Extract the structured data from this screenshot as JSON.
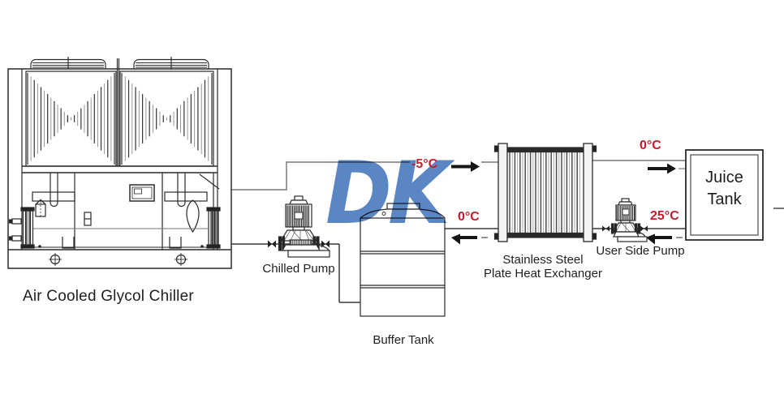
{
  "watermark": {
    "text": "DK",
    "color": "#5b86c4"
  },
  "colors": {
    "temperature_label": "#c01e2e",
    "watermark_blue": "#5b86c4",
    "line_art": "#2a2a2a",
    "pipe_gray": "#8a8a8a",
    "pipe_dark": "#3a3a3a"
  },
  "labels": {
    "chiller": "Air Cooled Glycol Chiller",
    "chilled_pump": "Chilled Pump",
    "buffer_tank": "Buffer Tank",
    "heat_exchanger_line1": "Stainless Steel",
    "heat_exchanger_line2": "Plate Heat Exchanger",
    "user_side_pump": "User Side Pump",
    "juice_tank_line1": "Juice",
    "juice_tank_line2": "Tank"
  },
  "temperatures": {
    "chiller_to_hx_supply": "-5°C",
    "hx_to_juice_tank": "0°C",
    "hx_to_buffer_return": "0°C",
    "juice_tank_return": "25°C"
  }
}
